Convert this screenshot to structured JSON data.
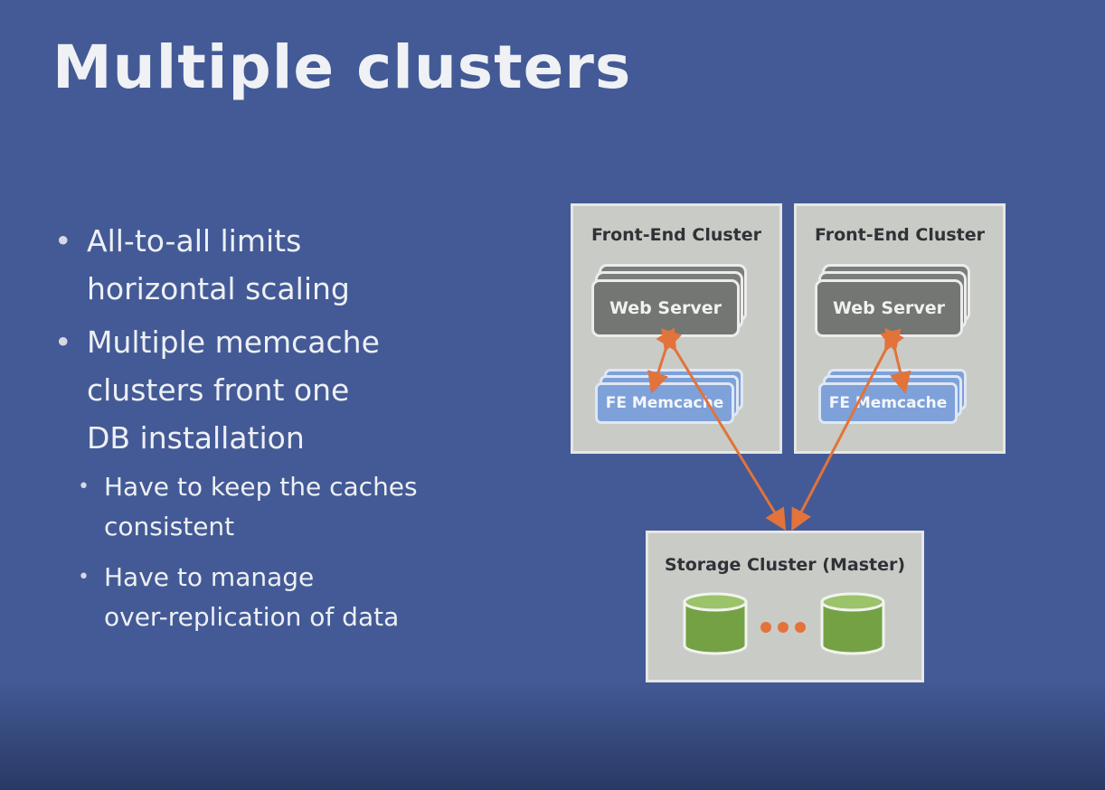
{
  "slide": {
    "title": "Multiple clusters",
    "bullets": [
      {
        "lines": [
          "All-to-all limits",
          "horizontal scaling"
        ]
      },
      {
        "lines": [
          "Multiple memcache",
          "clusters front one",
          "DB installation"
        ]
      }
    ],
    "sub_bullets": [
      {
        "lines": [
          "Have to keep the caches",
          "consistent"
        ]
      },
      {
        "lines": [
          "Have to manage",
          "over-replication of data"
        ]
      }
    ]
  },
  "diagram": {
    "front_end_clusters": [
      {
        "title": "Front-End Cluster",
        "web_server": "Web Server",
        "memcache": "FE Memcache"
      },
      {
        "title": "Front-End Cluster",
        "web_server": "Web Server",
        "memcache": "FE Memcache"
      }
    ],
    "storage_cluster": {
      "title": "Storage Cluster (Master)"
    },
    "colors": {
      "background": "#435a96",
      "cluster_box": "#c9cbc6",
      "web_server": "#737673",
      "memcache": "#7ea1d9",
      "database": "#75a145",
      "arrow": "#e2733a"
    }
  }
}
